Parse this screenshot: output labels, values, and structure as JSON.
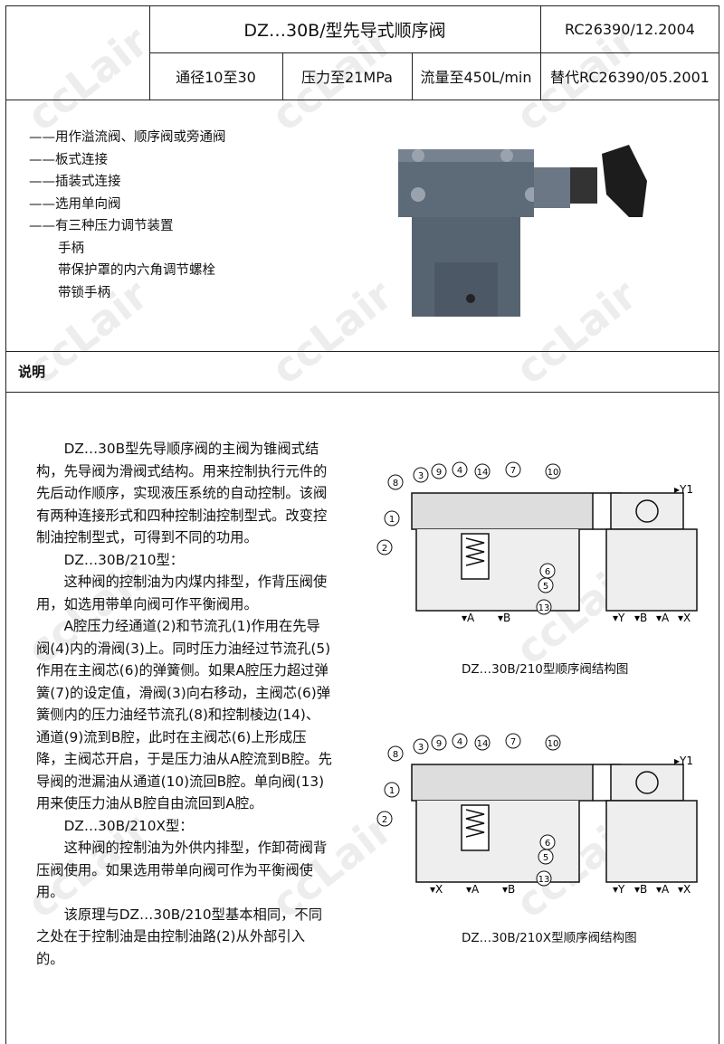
{
  "header": {
    "title": "DZ…30B/型先导式顺序阀",
    "code": "RC26390/12.2004",
    "specs": [
      "通径10至30",
      "压力至21MPa",
      "流量至450L/min",
      "替代RC26390/05.2001"
    ]
  },
  "features": [
    "——用作溢流阀、顺序阀或旁通阀",
    "——板式连接",
    "——插装式连接",
    "——选用单向阀",
    "——有三种压力调节装置"
  ],
  "feature_subitems": [
    "手柄",
    "带保护罩的内六角调节螺栓",
    "带锁手柄"
  ],
  "section_title": "说明",
  "paragraphs": [
    "DZ…30B型先导顺序阀的主阀为锥阀式结构，先导阀为滑阀式结构。用来控制执行元件的先后动作顺序，实现液压系统的自动控制。该阀有两种连接形式和四种控制油控制型式。改变控制油控制型式，可得到不同的功用。",
    "DZ…30B/210型：",
    "这种阀的控制油为内煤内排型，作背压阀使用，如选用带单向阀可作平衡阀用。",
    "A腔压力经通道(2)和节流孔(1)作用在先导阀(4)内的滑阀(3)上。同时压力油经过节流孔(5)作用在主阀芯(6)的弹簧侧。如果A腔压力超过弹簧(7)的设定值，滑阀(3)向右移动，主阀芯(6)弹簧侧内的压力油经节流孔(8)和控制棱边(14)、通道(9)流到B腔，此时在主阀芯(6)上形成压降，主阀芯开启，于是压力油从A腔流到B腔。先导阀的泄漏油从通道(10)流回B腔。单向阀(13)用来使压力油从B腔自由流回到A腔。",
    "DZ…30B/210X型：",
    "这种阀的控制油为外供内排型，作卸荷阀背压阀使用。如果选用带单向阀可作为平衡阀使用。",
    "该原理与DZ…30B/210型基本相同，不同之处在于控制油是由控制油路(2)从外部引入的。"
  ],
  "diagrams": [
    {
      "caption": "DZ…30B/210型顺序阀结构图",
      "callouts": [
        "8",
        "3",
        "9",
        "4",
        "14",
        "7",
        "10",
        "1",
        "2",
        "6",
        "5",
        "13"
      ],
      "ports": [
        "A",
        "B"
      ],
      "side_ports": [
        "Y1",
        "Y",
        "B",
        "A",
        "X"
      ]
    },
    {
      "caption": "DZ…30B/210X型顺序阀结构图",
      "callouts": [
        "8",
        "3",
        "9",
        "4",
        "14",
        "7",
        "10",
        "1",
        "2",
        "6",
        "5",
        "13"
      ],
      "ports": [
        "X",
        "A",
        "B"
      ],
      "side_ports": [
        "Y1",
        "Y",
        "B",
        "A",
        "X"
      ]
    }
  ],
  "watermark": "ccLair"
}
